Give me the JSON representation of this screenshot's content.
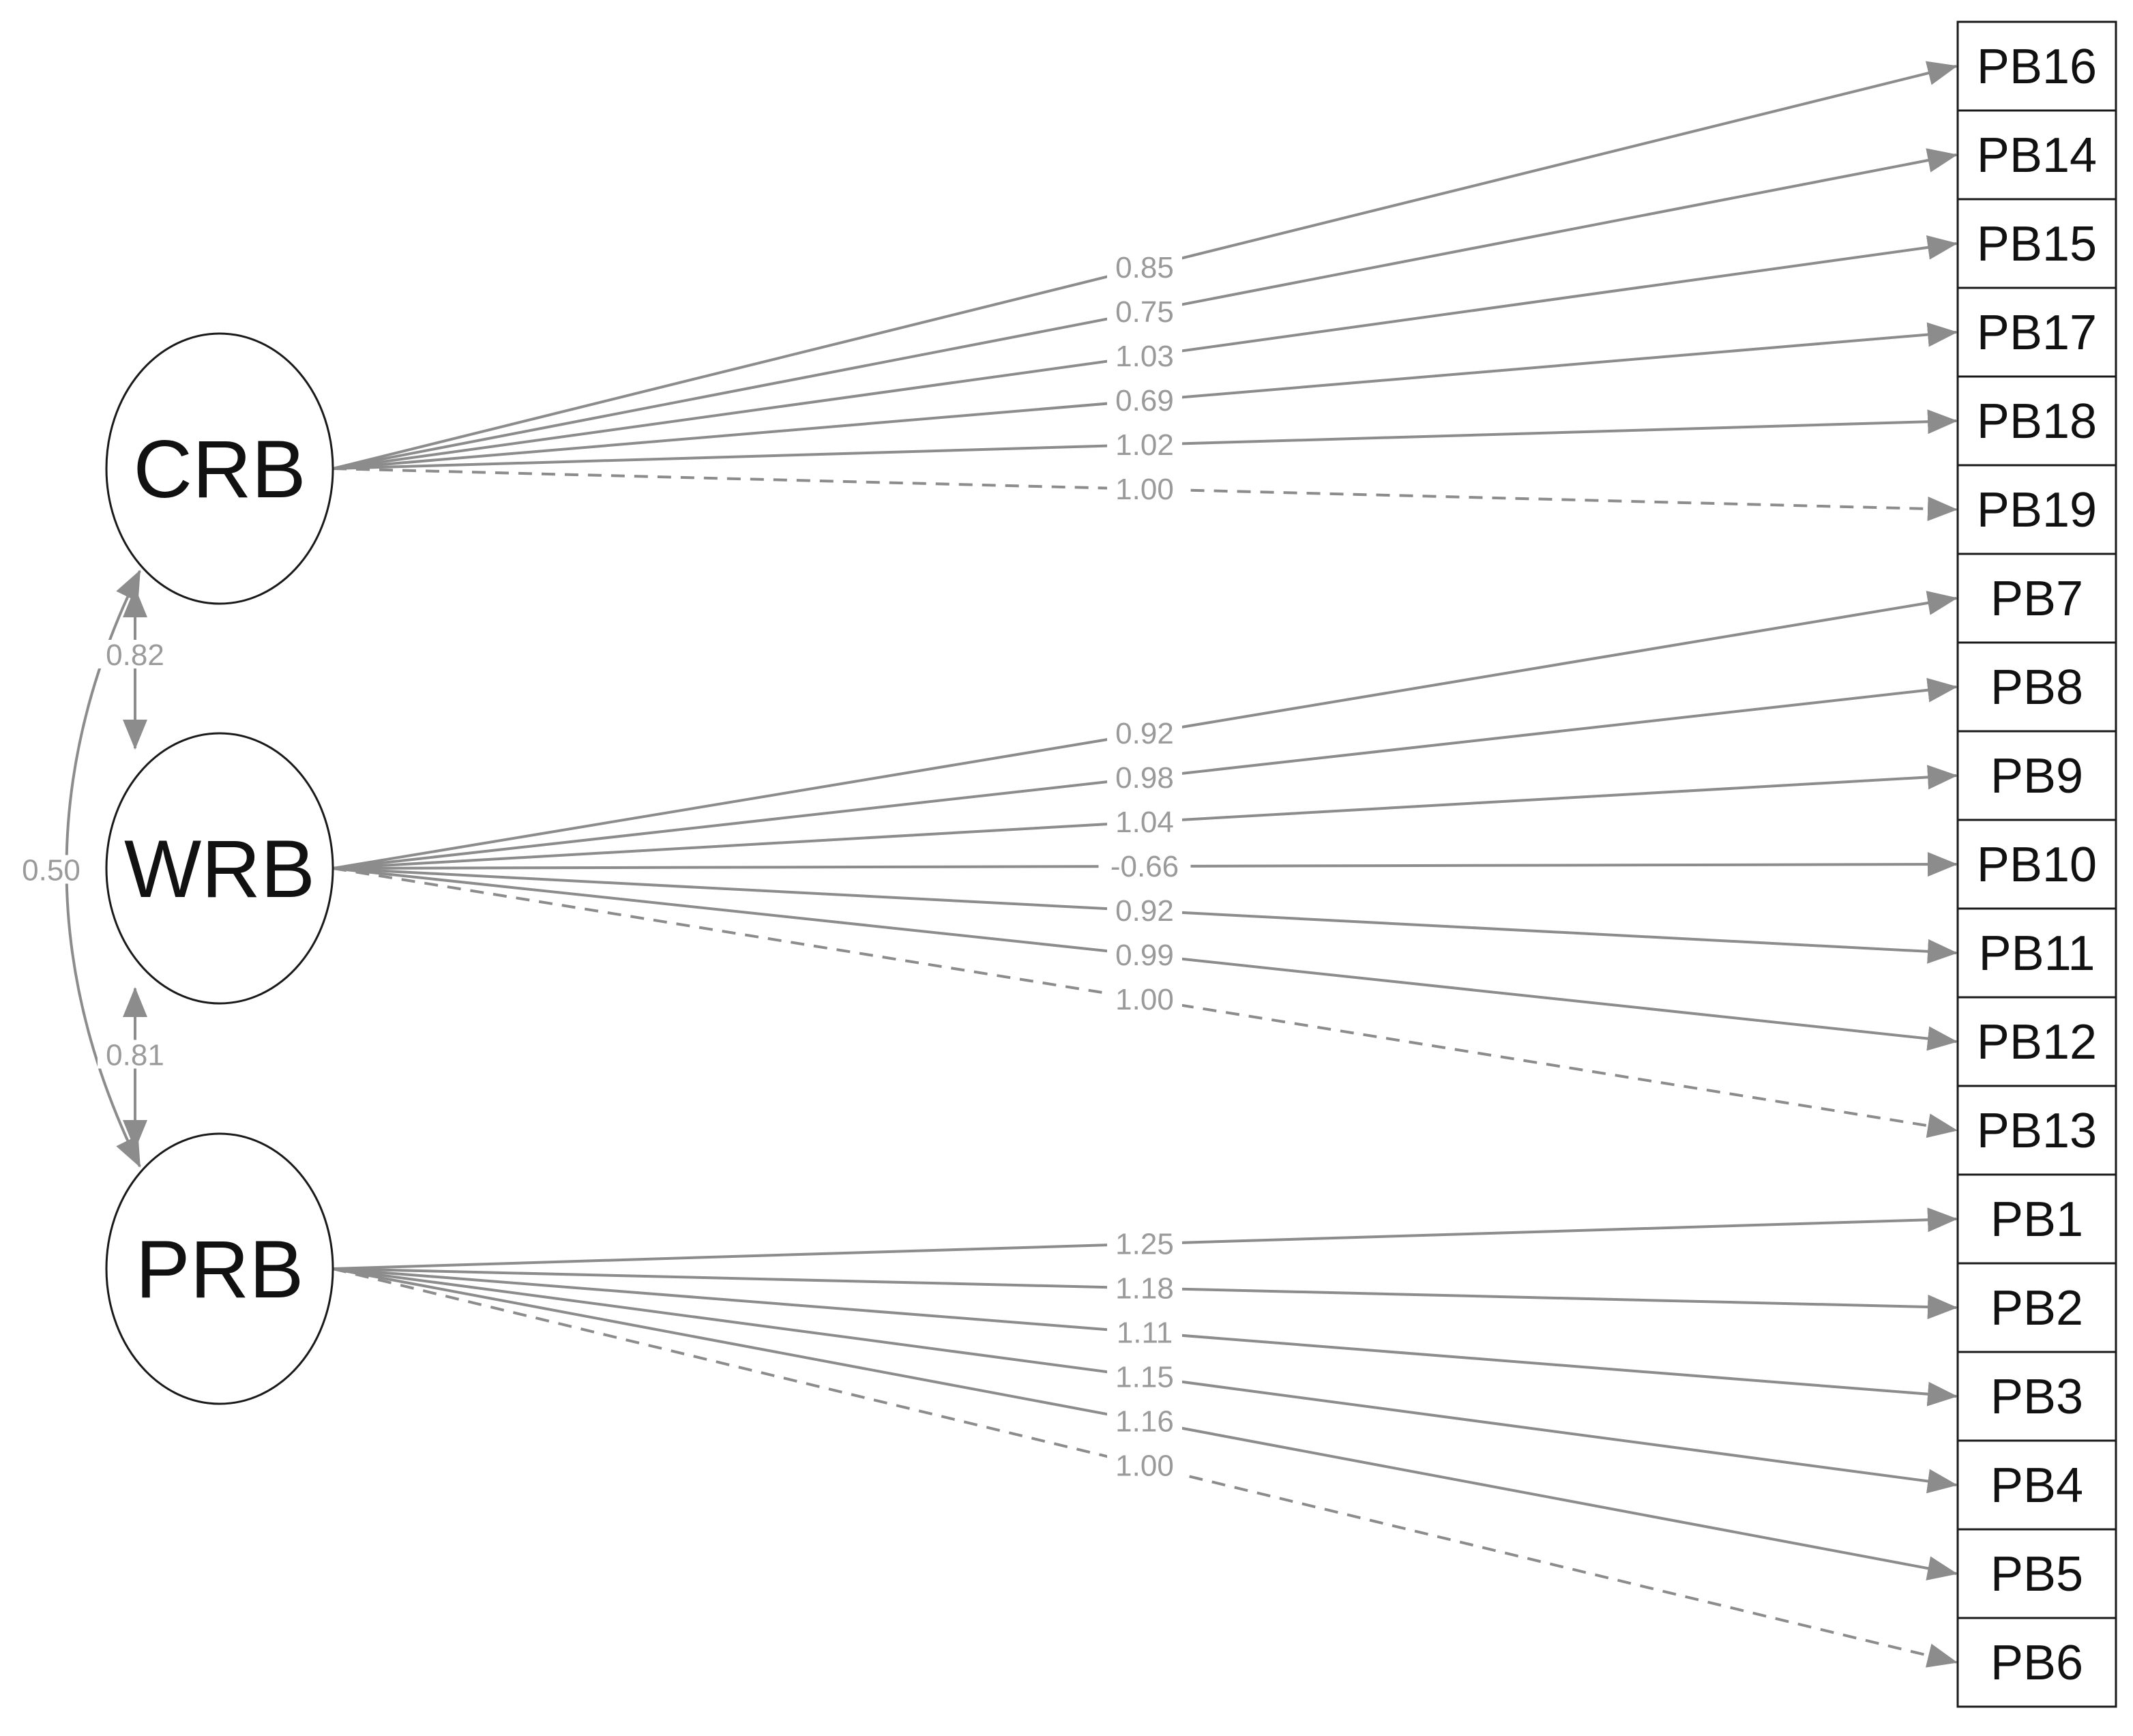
{
  "colors": {
    "edge": "#8c8c8c",
    "edge_label": "#9a9a9a",
    "node_stroke": "#1a1a1a",
    "text": "#111111"
  },
  "latents": [
    {
      "id": "CRB",
      "label": "CRB"
    },
    {
      "id": "WRB",
      "label": "WRB"
    },
    {
      "id": "PRB",
      "label": "PRB"
    }
  ],
  "indicators": [
    "PB16",
    "PB14",
    "PB15",
    "PB17",
    "PB18",
    "PB19",
    "PB7",
    "PB8",
    "PB9",
    "PB10",
    "PB11",
    "PB12",
    "PB13",
    "PB1",
    "PB2",
    "PB3",
    "PB4",
    "PB5",
    "PB6"
  ],
  "loadings": [
    {
      "from": "CRB",
      "to": "PB16",
      "label": "0.85",
      "fixed": false
    },
    {
      "from": "CRB",
      "to": "PB14",
      "label": "0.75",
      "fixed": false
    },
    {
      "from": "CRB",
      "to": "PB15",
      "label": "1.03",
      "fixed": false
    },
    {
      "from": "CRB",
      "to": "PB17",
      "label": "0.69",
      "fixed": false
    },
    {
      "from": "CRB",
      "to": "PB18",
      "label": "1.02",
      "fixed": false
    },
    {
      "from": "CRB",
      "to": "PB19",
      "label": "1.00",
      "fixed": true
    },
    {
      "from": "WRB",
      "to": "PB7",
      "label": "0.92",
      "fixed": false
    },
    {
      "from": "WRB",
      "to": "PB8",
      "label": "0.98",
      "fixed": false
    },
    {
      "from": "WRB",
      "to": "PB9",
      "label": "1.04",
      "fixed": false
    },
    {
      "from": "WRB",
      "to": "PB10",
      "label": "-0.66",
      "fixed": false
    },
    {
      "from": "WRB",
      "to": "PB11",
      "label": "0.92",
      "fixed": false
    },
    {
      "from": "WRB",
      "to": "PB12",
      "label": "0.99",
      "fixed": false
    },
    {
      "from": "WRB",
      "to": "PB13",
      "label": "1.00",
      "fixed": true
    },
    {
      "from": "PRB",
      "to": "PB1",
      "label": "1.25",
      "fixed": false
    },
    {
      "from": "PRB",
      "to": "PB2",
      "label": "1.18",
      "fixed": false
    },
    {
      "from": "PRB",
      "to": "PB3",
      "label": "1.11",
      "fixed": false
    },
    {
      "from": "PRB",
      "to": "PB4",
      "label": "1.15",
      "fixed": false
    },
    {
      "from": "PRB",
      "to": "PB5",
      "label": "1.16",
      "fixed": false
    },
    {
      "from": "PRB",
      "to": "PB6",
      "label": "1.00",
      "fixed": true
    }
  ],
  "covariances": [
    {
      "a": "CRB",
      "b": "WRB",
      "label": "0.82"
    },
    {
      "a": "WRB",
      "b": "PRB",
      "label": "0.81"
    },
    {
      "a": "CRB",
      "b": "PRB",
      "label": "0.50"
    }
  ]
}
